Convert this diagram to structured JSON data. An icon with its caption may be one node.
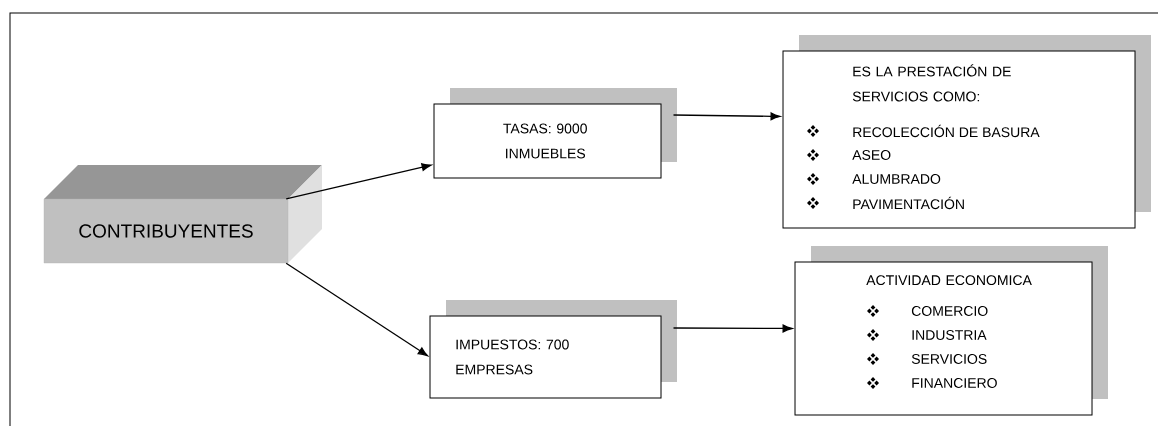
{
  "diagram": {
    "nodes": [
      {
        "text": [
          "CONTRIBUYENTES"
        ]
      },
      {
        "text": [
          "TASAS: 9000 INMUEBLES"
        ]
      },
      {
        "text": [
          "ES LA PRESTACIÓN DE SERVICIOS COMO:",
          "RECOLECCIÓN DE BASURA",
          "ASEO",
          "ALUMBRADO",
          "PAVIMENTACIÓN"
        ]
      },
      {
        "text": [
          "IMPUESTOS: 700 EMPRESAS"
        ]
      },
      {
        "text": [
          "ACTIVIDAD ECONOMICA",
          "COMERCIO",
          "INDUSTRIA",
          "SERVICIOS",
          "FINANCIERO"
        ]
      }
    ],
    "edges": [
      {
        "from": 0,
        "to": 1,
        "arrow": "to"
      },
      {
        "from": 0,
        "to": 3,
        "arrow": "to"
      },
      {
        "from": 1,
        "to": 2,
        "arrow": "to"
      },
      {
        "from": 3,
        "to": 4,
        "arrow": "to"
      }
    ]
  }
}
